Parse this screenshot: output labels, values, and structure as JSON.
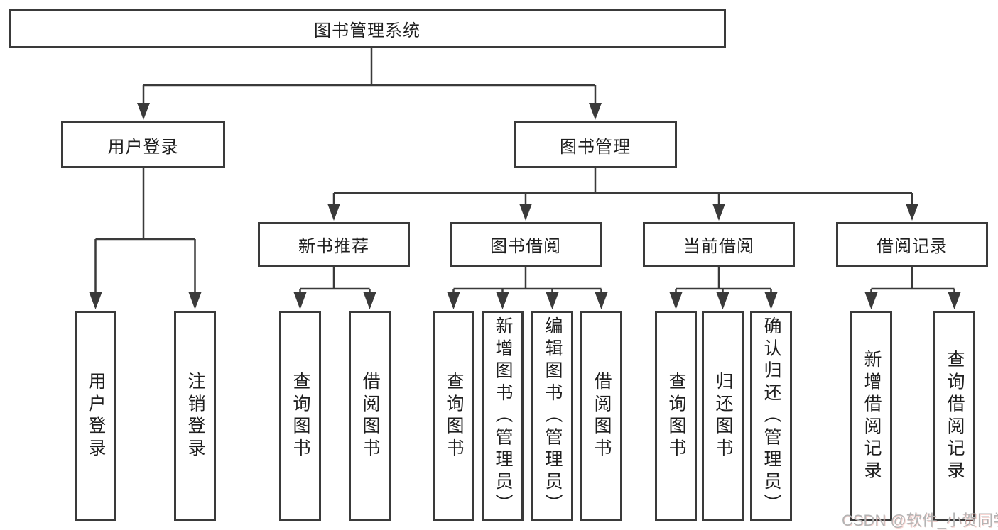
{
  "tree": {
    "label": "图书管理系统",
    "children": [
      {
        "label": "用户登录",
        "children": [
          {
            "label": "用户登录"
          },
          {
            "label": "注销登录"
          }
        ]
      },
      {
        "label": "图书管理",
        "children": [
          {
            "label": "新书推荐",
            "children": [
              {
                "label": "查询图书"
              },
              {
                "label": "借阅图书"
              }
            ]
          },
          {
            "label": "图书借阅",
            "children": [
              {
                "label": "查询图书"
              },
              {
                "label": "新增图书（管理员）"
              },
              {
                "label": "编辑图书（管理员）"
              },
              {
                "label": "借阅图书"
              }
            ]
          },
          {
            "label": "当前借阅",
            "children": [
              {
                "label": "查询图书"
              },
              {
                "label": "归还图书"
              },
              {
                "label": "确认归还（管理员）"
              }
            ]
          },
          {
            "label": "借阅记录",
            "children": [
              {
                "label": "新增借阅记录"
              },
              {
                "label": "查询借阅记录"
              }
            ]
          }
        ]
      }
    ]
  },
  "watermark": {
    "text": "CSDN @软件_小贺同学"
  },
  "colors": {
    "background": "#ffffff",
    "box_fill": "#ffffff",
    "box_border": "#3a3a3a",
    "line": "#3a3a3a",
    "text": "#1f1f1f",
    "watermark": "#b4b4b4"
  }
}
